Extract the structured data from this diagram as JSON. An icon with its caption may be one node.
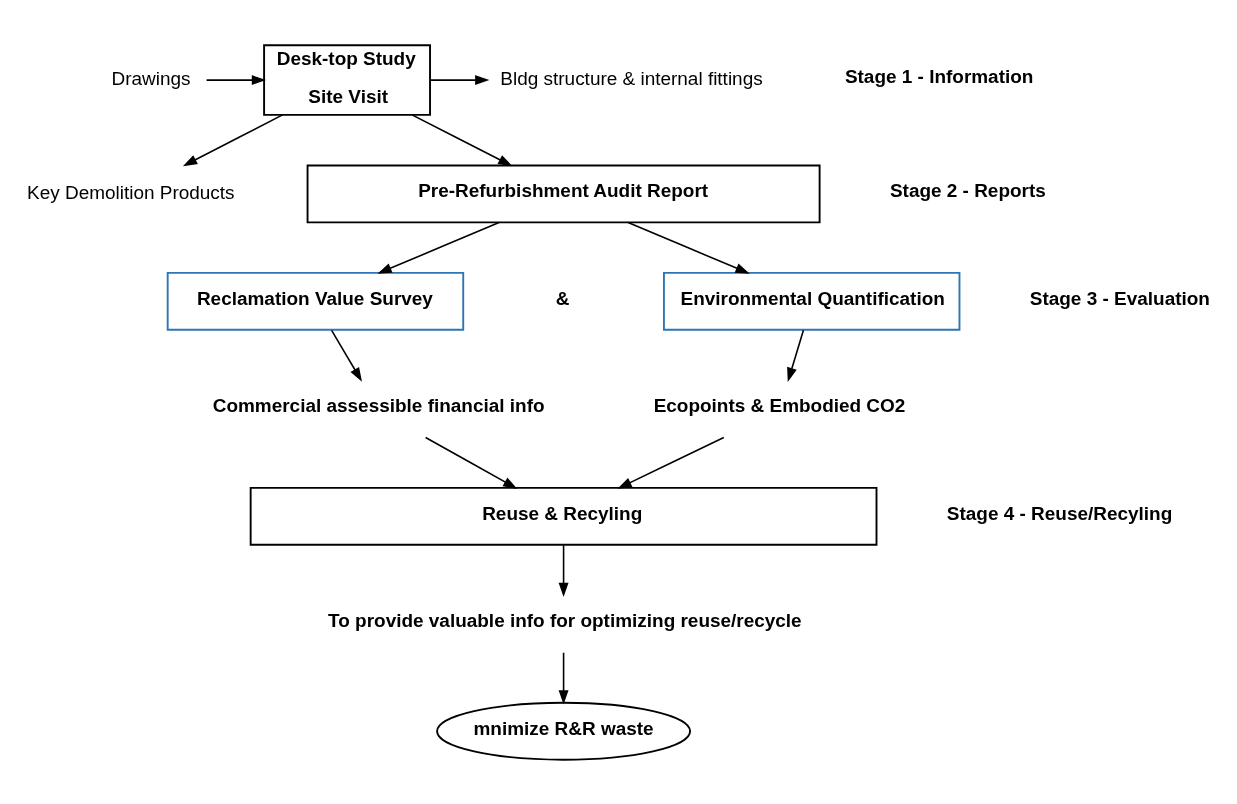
{
  "diagram": {
    "nodes": [
      {
        "text": [
          "Drawings"
        ]
      },
      {
        "text": [
          "Desk-top Study",
          "Site Visit"
        ]
      },
      {
        "text": [
          "Bldg structure & internal fittings"
        ]
      },
      {
        "text": [
          "Key Demolition Products"
        ]
      },
      {
        "text": [
          "Pre-Refurbishment Audit Report"
        ]
      },
      {
        "text": [
          "Reclamation Value Survey"
        ]
      },
      {
        "text": [
          "Environmental Quantification"
        ]
      },
      {
        "text": [
          "Commercial assessible financial info"
        ]
      },
      {
        "text": [
          "Ecopoints & Embodied CO2"
        ]
      },
      {
        "text": [
          "Reuse & Recyling"
        ]
      },
      {
        "text": [
          "To provide valuable info for optimizing reuse/recycle"
        ]
      },
      {
        "text": [
          "mnimize R&R waste"
        ]
      }
    ],
    "edges": [
      {
        "from": 0,
        "to": 1,
        "arrow": "to"
      },
      {
        "from": 1,
        "to": 2,
        "arrow": "to"
      },
      {
        "from": 1,
        "to": 3,
        "arrow": "to"
      },
      {
        "from": 1,
        "to": 4,
        "arrow": "to"
      },
      {
        "from": 4,
        "to": 5,
        "arrow": "to"
      },
      {
        "from": 4,
        "to": 6,
        "arrow": "to"
      },
      {
        "from": 5,
        "to": 7,
        "arrow": "to"
      },
      {
        "from": 6,
        "to": 8,
        "arrow": "to"
      },
      {
        "from": 7,
        "to": 9,
        "arrow": "to"
      },
      {
        "from": 8,
        "to": 9,
        "arrow": "to"
      },
      {
        "from": 9,
        "to": 10,
        "arrow": "to"
      },
      {
        "from": 10,
        "to": 11,
        "arrow": "to"
      }
    ],
    "labels": [
      "Stage 1 - Information",
      "Stage 2 - Reports",
      "&",
      "Stage 3 - Evaluation",
      "Stage 4 - Reuse/Recyling"
    ]
  }
}
